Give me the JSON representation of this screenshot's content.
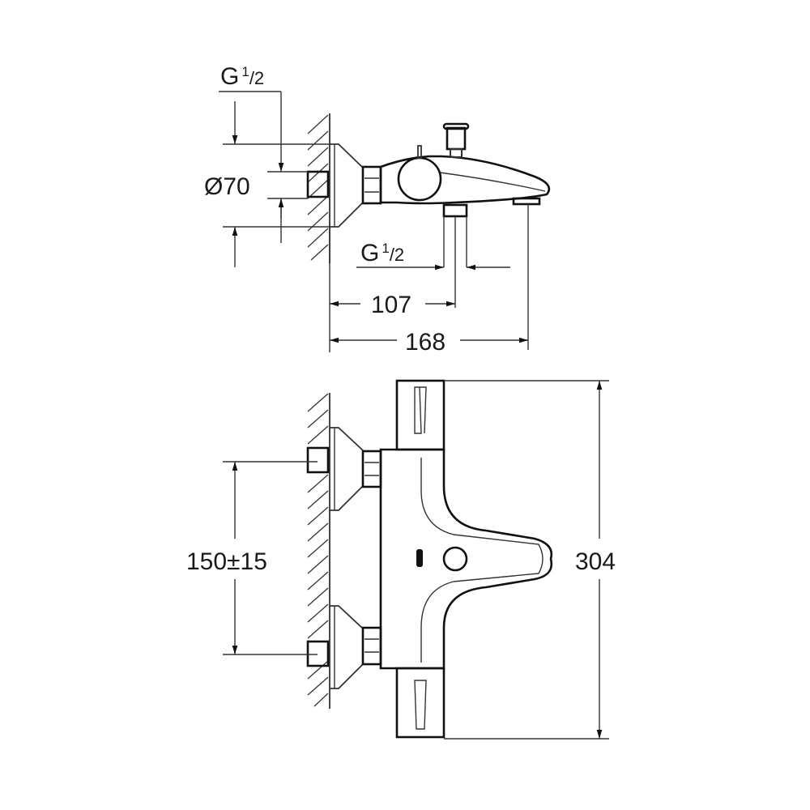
{
  "drawing": {
    "subject": "Thermostatic bath/shower mixer — dimensional drawing",
    "line_color": "#1a1a1a",
    "background": "#ffffff"
  },
  "side_view": {
    "thread_top_label": {
      "main": "G",
      "sup": "1",
      "sub": "/2"
    },
    "flange_diameter_label": "Ø70",
    "thread_outlet_label": {
      "main": "G",
      "sup": "1",
      "sub": "/2"
    },
    "dim_outlet_label": "107",
    "dim_spout_label": "168"
  },
  "front_view": {
    "dim_inlet_spacing_label": "150±15",
    "dim_height_label": "304"
  }
}
